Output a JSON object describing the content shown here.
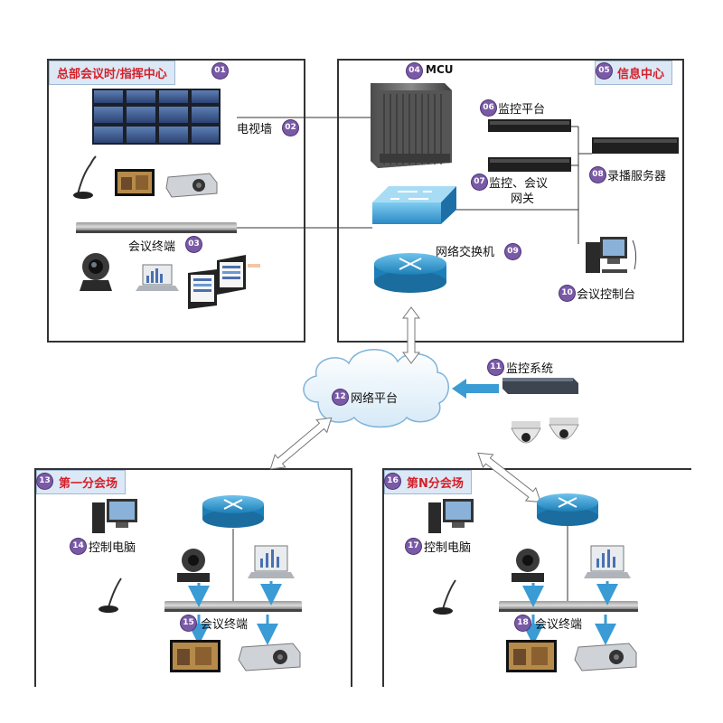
{
  "hq": {
    "title": "总部会议时/指挥中心",
    "num": "01"
  },
  "info_center": {
    "title": "信息中心",
    "num": "05"
  },
  "mcu": {
    "label": "MCU",
    "num": "04"
  },
  "tv_wall": {
    "label": "电视墙",
    "num": "02"
  },
  "hq_terminal": {
    "label": "会议终端",
    "num": "03"
  },
  "monitor_platform": {
    "label": "监控平台",
    "num": "06"
  },
  "gateway": {
    "label_line1": "监控、会议",
    "label_line2": "网关",
    "num": "07"
  },
  "recorder": {
    "label": "录播服务器",
    "num": "08"
  },
  "switch": {
    "label": "网络交换机",
    "num": "09"
  },
  "console": {
    "label": "会议控制台",
    "num": "10"
  },
  "surveillance": {
    "label": "监控系统",
    "num": "11"
  },
  "network": {
    "label": "网络平台",
    "num": "12"
  },
  "site1": {
    "title": "第一分会场",
    "num": "13",
    "pc_label": "控制电脑",
    "pc_num": "14",
    "terminal_label": "会议终端",
    "terminal_num": "15"
  },
  "siteN": {
    "title": "第N分会场",
    "num": "16",
    "pc_label": "控制电脑",
    "pc_num": "17",
    "terminal_label": "会议终端",
    "terminal_num": "18"
  },
  "colors": {
    "header_text": "#d4202a",
    "badge": "#7a5aa6",
    "router": "#3aa0d2",
    "arrow": "#3a9bd5"
  }
}
